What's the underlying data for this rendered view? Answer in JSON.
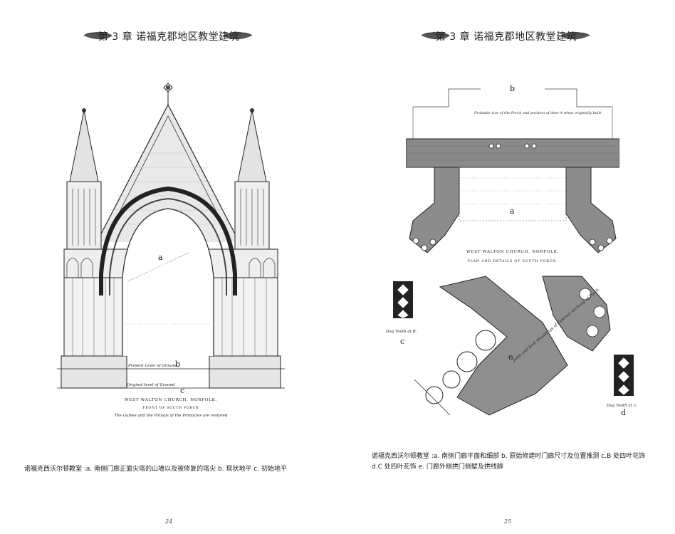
{
  "header": {
    "title": "第 3 章  诺福克郡地区教堂建筑"
  },
  "left_page": {
    "plate": {
      "title": "WEST WALTON CHURCH, NORFOLK.",
      "subtitle": "FRONT OF SOUTH PORCH",
      "note": "The Gables and the Pinnals of the Pinnacles are restored",
      "present_level": "Present Level of Ground",
      "original_level": "Original level of Ground",
      "labels": {
        "a": "a",
        "b": "b",
        "c": "c"
      }
    },
    "caption": "诺福克西沃尔顿教堂 :a. 南侧门廊正面尖塔的山墙以及被修复的塔尖   b. 现状地平   c. 初始地平",
    "page_number": "24"
  },
  "right_page": {
    "plate": {
      "note": "Probable size of the Porch and position of door A when originally built.",
      "title": "WEST WALTON CHURCH, NORFOLK.",
      "subtitle": "PLAN AND DETAILS OF SOUTH PORCH.",
      "dog_tooth_b": "Dog Tooth at B.",
      "dog_tooth_c": "Dog Tooth at C.",
      "jamb_text": "Jamb and Arch Mouldings of External Archway of Porch.",
      "labels": {
        "a": "a",
        "b": "b",
        "c": "c",
        "d": "d",
        "e": "e"
      }
    },
    "caption": "诺福克西沃尔顿教堂 :a. 南侧门廊平面和细部   b. 原始修建时门廊尺寸及位置推测   c.B 处四叶花饰   d.C 处四叶花饰   e. 门廊外侧拱门侧壁及拱线脚",
    "page_number": "25"
  }
}
